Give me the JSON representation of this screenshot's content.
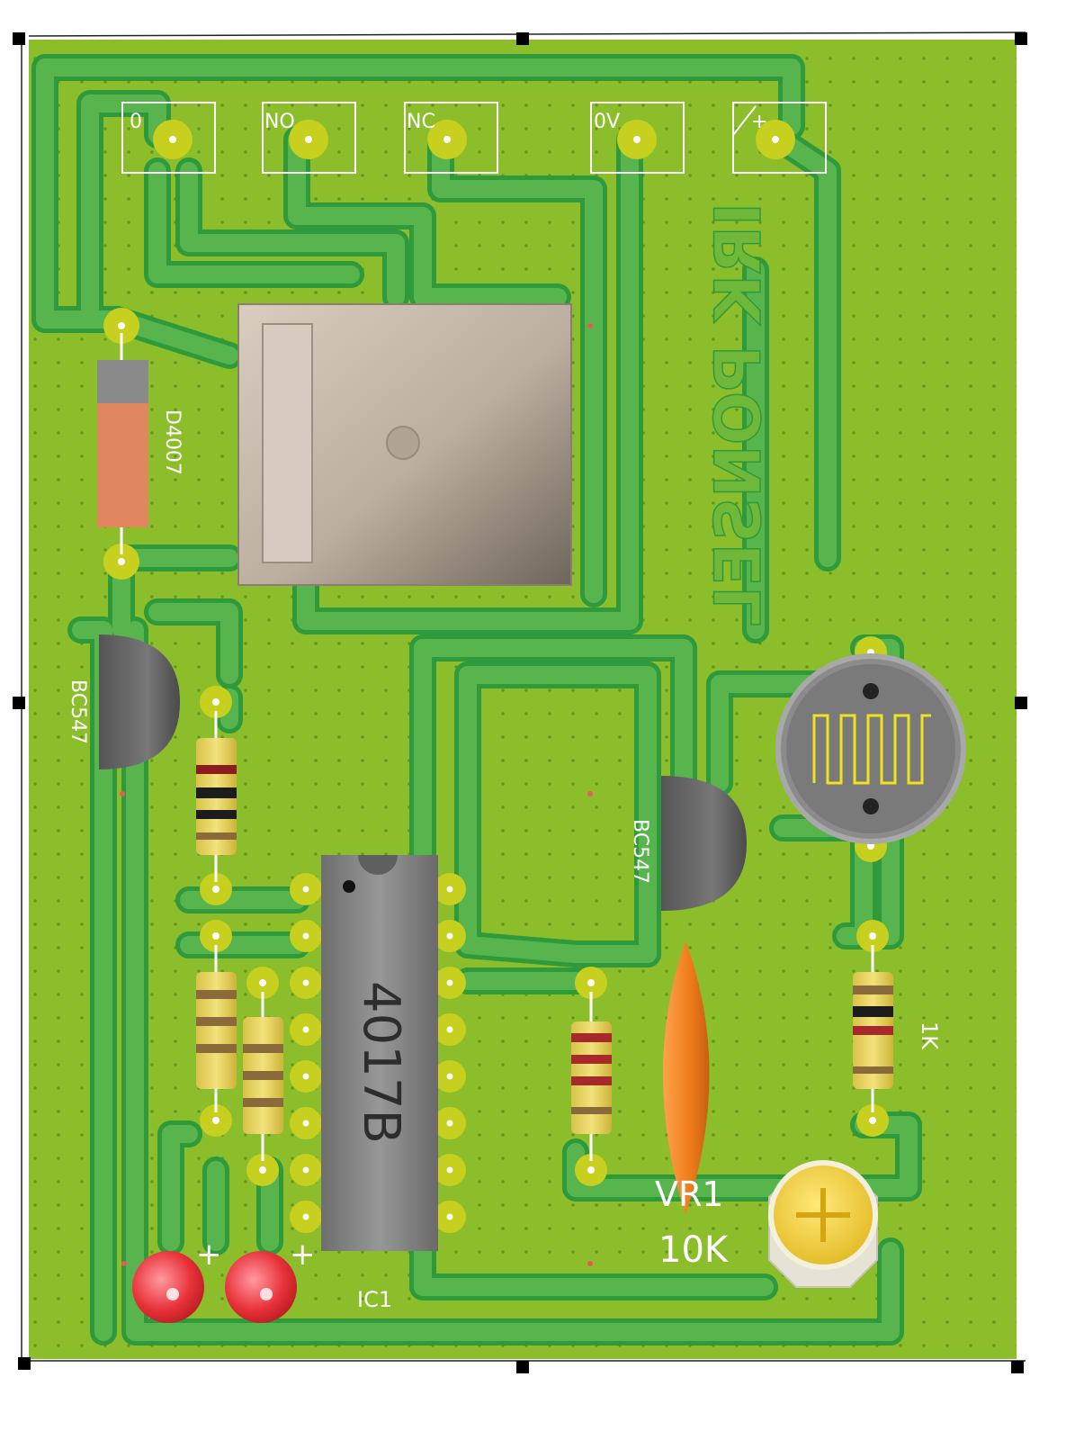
{
  "board": {
    "terminals": [
      "0",
      "NO",
      "NC",
      "0V",
      "+"
    ],
    "watermark": "IRK PONSEL",
    "diode_label": "D4007",
    "transistor_left_label": "BC547",
    "transistor_right_label": "BC547",
    "ic_part": "4017B",
    "ic_ref": "IC1",
    "resistor_right_label": "1K",
    "pot_ref": "VR1",
    "pot_value": "10K",
    "led_plus_left": "+",
    "led_plus_right": "+"
  },
  "colors": {
    "board": "#8cbd2b",
    "trace": "#58b54e",
    "trace_edge": "#2e9a3b",
    "pad": "#c7cf1f",
    "silkscreen": "#ffffff",
    "relay": "#bcaea0",
    "ic_body": "#8a8a8a",
    "led": "#e8323a",
    "capacitor": "#ef7e1d",
    "ldr_track": "#f0e21e"
  }
}
